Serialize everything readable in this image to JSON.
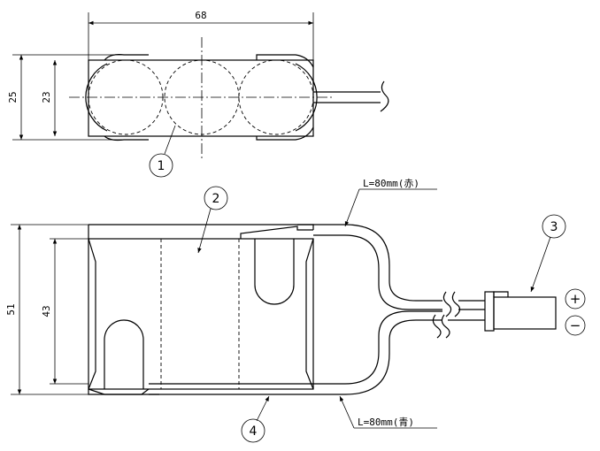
{
  "dimensions": {
    "top_width": "68",
    "top_outer_height": "25",
    "top_inner_height": "23",
    "side_outer_height": "51",
    "side_inner_height": "43"
  },
  "leads": {
    "red_label": "L=80mm(赤)",
    "blue_label": "L=80mm(青)"
  },
  "callouts": [
    "1",
    "2",
    "3",
    "4"
  ],
  "terminals": {
    "positive": "+",
    "negative": "−"
  }
}
